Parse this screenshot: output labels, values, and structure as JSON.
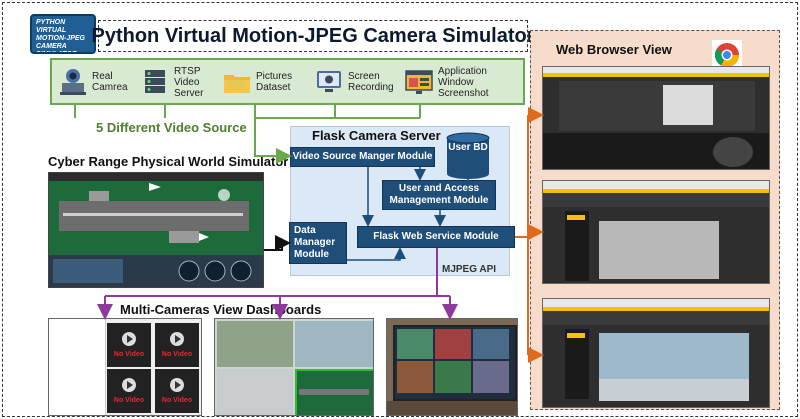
{
  "title": "Python Virtual Motion-JPEG Camera Simulator",
  "logo_text": [
    "PYTHON",
    "VIRTUAL",
    "MOTION-JPEG",
    "CAMERA",
    "SIMULATOR"
  ],
  "sources": [
    {
      "label": "Real Camrea",
      "icon": "camera-laptop-icon"
    },
    {
      "label": "RTSP Video Server",
      "icon": "server-icon"
    },
    {
      "label": "Pictures Dataset",
      "icon": "folder-icon"
    },
    {
      "label": "Screen Recording",
      "icon": "screen-camera-icon"
    },
    {
      "label": "Application Window Screenshot",
      "icon": "app-window-icon"
    }
  ],
  "sources_label": "5 Different Video Source",
  "simulator_title": "Cyber Range Physical World Simulator",
  "flask_title": "Flask Camera Server",
  "modules": {
    "video_source": "Video Source Manger Module",
    "user_db": "User BD",
    "user_access": "User and Access Management Module",
    "data_manager": "Data Manager Module",
    "web_service": "Flask Web Service Module"
  },
  "mjpeg_label": "MJPEG API",
  "dashboards_title": "Multi-Cameras View Dashboards",
  "no_video": "No Video",
  "browser_title": "Web Browser View",
  "colors": {
    "module_blue": "#1f4e79",
    "arrow_green": "#6aa84f",
    "arrow_orange": "#e06a1b",
    "arrow_purple": "#8e3a9d"
  }
}
